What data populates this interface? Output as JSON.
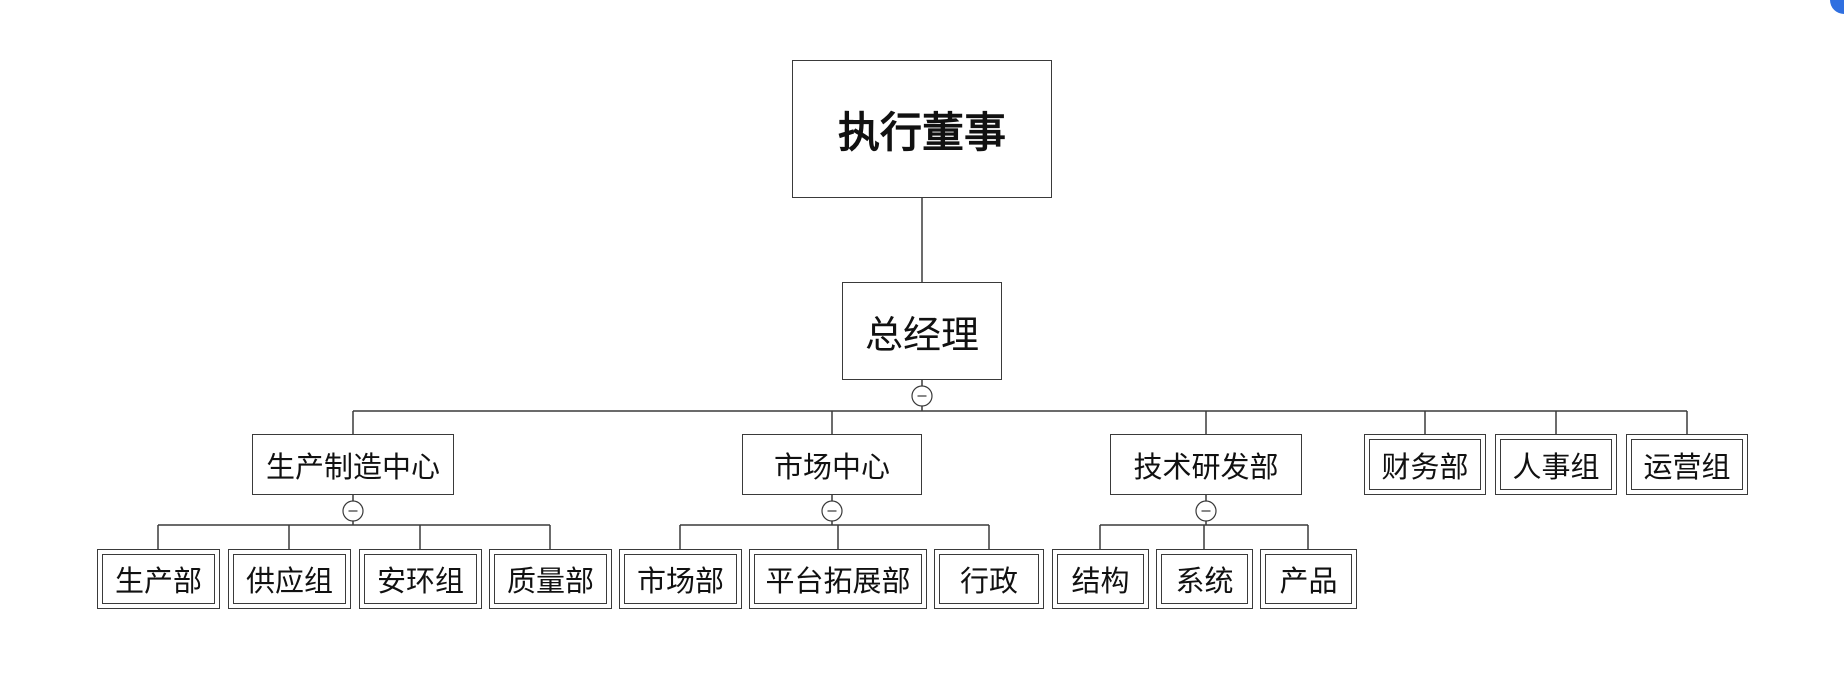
{
  "root": "执行董事",
  "manager": "总经理",
  "departments": [
    {
      "name": "生产制造中心",
      "children": [
        "生产部",
        "供应组",
        "安环组",
        "质量部"
      ]
    },
    {
      "name": "市场中心",
      "children": [
        "市场部",
        "平台拓展部",
        "行政"
      ]
    },
    {
      "name": "技术研发部",
      "children": [
        "结构",
        "系统",
        "产品"
      ]
    },
    {
      "name": "财务部",
      "children": []
    },
    {
      "name": "人事组",
      "children": []
    },
    {
      "name": "运营组",
      "children": []
    }
  ],
  "icons": {
    "collapse": "collapse-minus-icon",
    "corner": "notification-badge-icon"
  },
  "colors": {
    "line": "#3a3a3a",
    "box_border": "#3a3a3a",
    "badge": "#2f6fe0"
  }
}
